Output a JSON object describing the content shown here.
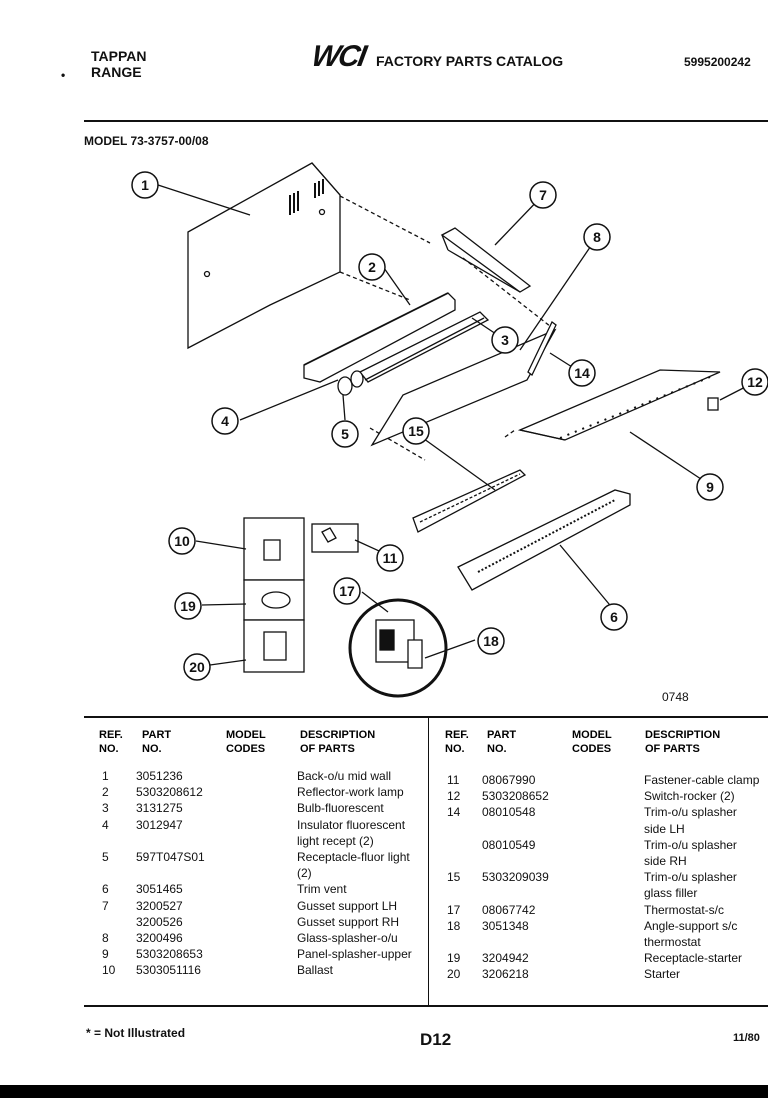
{
  "header": {
    "brand_line1": "TAPPAN",
    "brand_line2": "RANGE",
    "logo": "WCI",
    "catalog_title": "FACTORY PARTS CATALOG",
    "catalog_number": "5995200242",
    "model": "MODEL 73-3757-00/08"
  },
  "diagram": {
    "callouts": [
      "1",
      "2",
      "3",
      "4",
      "5",
      "6",
      "7",
      "8",
      "9",
      "10",
      "11",
      "12",
      "14",
      "15",
      "17",
      "18",
      "19",
      "20"
    ],
    "drawing_code": "0748"
  },
  "table": {
    "headers": {
      "ref_line1": "REF.",
      "ref_line2": "NO.",
      "part_line1": "PART",
      "part_line2": "NO.",
      "model_line1": "MODEL",
      "model_line2": "CODES",
      "desc_line1": "DESCRIPTION",
      "desc_line2": "OF PARTS"
    },
    "left_rows": [
      {
        "ref": "1",
        "part": "3051236",
        "desc": "Back-o/u mid wall"
      },
      {
        "ref": "2",
        "part": "5303208612",
        "desc": "Reflector-work lamp"
      },
      {
        "ref": "3",
        "part": "3131275",
        "desc": "Bulb-fluorescent"
      },
      {
        "ref": "4",
        "part": "3012947",
        "desc": "Insulator fluorescent"
      },
      {
        "ref": "",
        "part": "",
        "desc": "light recept (2)"
      },
      {
        "ref": "5",
        "part": "597T047S01",
        "desc": "Receptacle-fluor light"
      },
      {
        "ref": "",
        "part": "",
        "desc": "(2)"
      },
      {
        "ref": "6",
        "part": "3051465",
        "desc": "Trim vent"
      },
      {
        "ref": "7",
        "part": "3200527",
        "desc": "Gusset support LH"
      },
      {
        "ref": "",
        "part": "3200526",
        "desc": "Gusset support RH"
      },
      {
        "ref": "8",
        "part": "3200496",
        "desc": "Glass-splasher-o/u"
      },
      {
        "ref": "9",
        "part": "5303208653",
        "desc": "Panel-splasher-upper"
      },
      {
        "ref": "10",
        "part": "5303051116",
        "desc": "Ballast"
      }
    ],
    "right_rows": [
      {
        "ref": "11",
        "part": "08067990",
        "desc": "Fastener-cable clamp"
      },
      {
        "ref": "12",
        "part": "5303208652",
        "desc": "Switch-rocker (2)"
      },
      {
        "ref": "14",
        "part": "08010548",
        "desc": "Trim-o/u splasher"
      },
      {
        "ref": "",
        "part": "",
        "desc": "side LH"
      },
      {
        "ref": "",
        "part": "08010549",
        "desc": "Trim-o/u splasher"
      },
      {
        "ref": "",
        "part": "",
        "desc": "side RH"
      },
      {
        "ref": "15",
        "part": "5303209039",
        "desc": "Trim-o/u splasher"
      },
      {
        "ref": "",
        "part": "",
        "desc": "glass filler"
      },
      {
        "ref": "17",
        "part": "08067742",
        "desc": "Thermostat-s/c"
      },
      {
        "ref": "18",
        "part": "3051348",
        "desc": "Angle-support s/c"
      },
      {
        "ref": "",
        "part": "",
        "desc": "thermostat"
      },
      {
        "ref": "19",
        "part": "3204942",
        "desc": "Receptacle-starter"
      },
      {
        "ref": "20",
        "part": "3206218",
        "desc": "Starter"
      }
    ]
  },
  "footer": {
    "not_illustrated": "* = Not Illustrated",
    "page_code": "D12",
    "date": "11/80"
  }
}
